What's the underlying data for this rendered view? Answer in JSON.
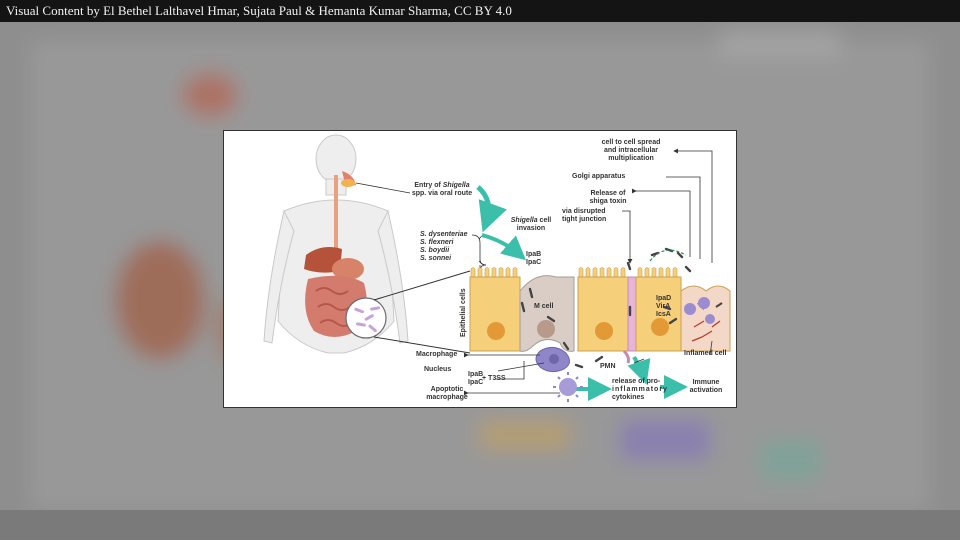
{
  "caption": "Visual Content by El Bethel Lalthavel Hmar, Sujata Paul & Hemanta Kumar Sharma, CC BY 4.0",
  "diagram": {
    "entry_line1_prefix": "Entry of ",
    "entry_line1_italic": "Shigella",
    "entry_line2": "spp. via oral route",
    "species": [
      "S. dysenteriae",
      "S. flexneri",
      "S. boydii",
      "S. sonnei"
    ],
    "ipab_ipac_top": [
      "IpaB",
      "IpaC"
    ],
    "invasion_italic": "Shigella",
    "invasion_rest": " cell",
    "invasion_line2": "invasion",
    "tight_junction": [
      "via disrupted",
      "tight junction"
    ],
    "shiga_toxin": [
      "Release of",
      "shiga toxin"
    ],
    "golgi": "Golgi apparatus",
    "spread": [
      "cell to cell spread",
      "and intracellular",
      "multiplication"
    ],
    "epithelial_cells": "Epithelial cells",
    "m_cell": "M cell",
    "effectors": [
      "IpaD",
      "VirA",
      "IcsA"
    ],
    "inflamed_cell": "Inflamed cell",
    "macrophage": "Macrophage",
    "nucleus": "Nucleus",
    "t3ss": "T3SS",
    "ipab_ipac_bottom": [
      "IpaB",
      "IpaC"
    ],
    "apoptotic": [
      "Apoptotic",
      "macrophage"
    ],
    "pmn": "PMN",
    "cytokines": [
      "release of pro-",
      "inflammatory",
      "cytokines"
    ],
    "immune": [
      "Immune",
      "activation"
    ],
    "colors": {
      "teal_arrow": "#3bbfaa",
      "epithelial_fill": "#f6cf7a",
      "nucleus_fill": "#e39a36",
      "m_cell_fill": "#d9cdc5",
      "macrophage_fill": "#8f86c9",
      "bacteria": "#444444"
    }
  }
}
